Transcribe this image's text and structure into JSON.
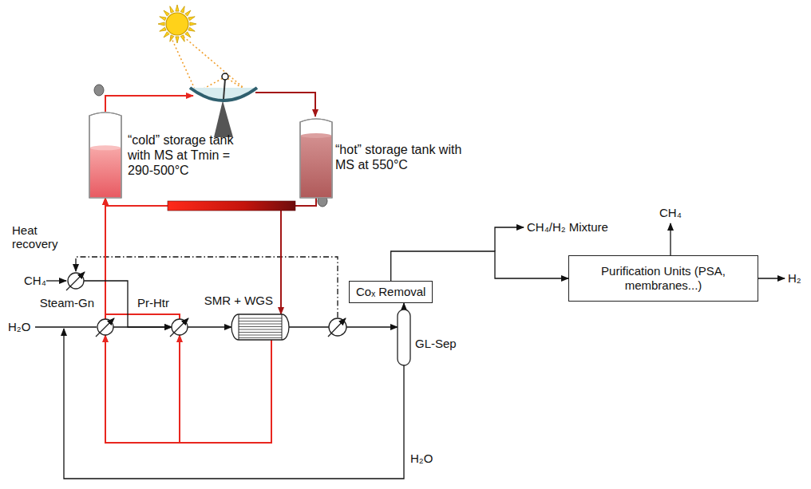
{
  "diagram": {
    "nodes": [
      {
        "text": [
          "“cold” storage tank with MS at Tmin = 290-500°C"
        ]
      },
      {
        "text": [
          "“hot” storage tank with MS at 550°C"
        ]
      },
      {
        "text": [
          "Heat recovery"
        ]
      },
      {
        "text": [
          "Steam-Gn"
        ]
      },
      {
        "text": [
          "Pr-Htr"
        ]
      },
      {
        "text": [
          "SMR + WGS"
        ]
      },
      {
        "text": [
          "GL-Sep"
        ]
      },
      {
        "text": [
          "Coₓ Removal"
        ]
      },
      {
        "text": [
          "Purification Units (PSA, membranes...)"
        ]
      }
    ],
    "edges": [
      {
        "from": 5,
        "to": 3,
        "arrow": "to"
      },
      {
        "from": 5,
        "to": 4,
        "arrow": "to"
      },
      {
        "from": 3,
        "to": 0,
        "arrow": "to"
      },
      {
        "from": 4,
        "to": 0,
        "arrow": "to"
      },
      {
        "from": 3,
        "to": 4,
        "arrow": "to"
      },
      {
        "from": 2,
        "to": 4,
        "arrow": "to"
      },
      {
        "from": 4,
        "to": 5,
        "arrow": "to"
      },
      {
        "from": 5,
        "to": 6,
        "arrow": "to"
      },
      {
        "from": 6,
        "to": 7,
        "arrow": "to"
      },
      {
        "from": 7,
        "to": 8,
        "arrow": "to"
      },
      {
        "from": 1,
        "to": 5,
        "arrow": "to"
      }
    ],
    "labels": [
      "CH₄",
      "H₂O",
      "H₂O",
      "CH₄/H₂ Mixture",
      "CH₄",
      "H₂"
    ]
  }
}
